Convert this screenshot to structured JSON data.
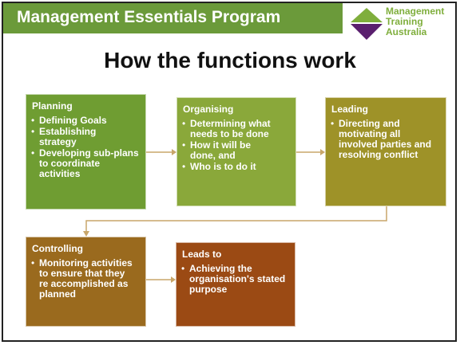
{
  "header": {
    "title": "Management Essentials Program"
  },
  "logo": {
    "lines": [
      "Management",
      "Training",
      "Australia"
    ]
  },
  "title": "How the functions work",
  "boxes": [
    {
      "title": "Planning",
      "items": [
        "Defining Goals",
        "Establishing strategy",
        "Developing sub-plans to coordinate activities"
      ],
      "color": "#6f9d32"
    },
    {
      "title": "Organising",
      "items": [
        "Determining what needs to be done",
        "How it will be done, and",
        "Who is to do it"
      ],
      "color": "#8aa83a"
    },
    {
      "title": "Leading",
      "items": [
        "Directing and motivating all involved parties and resolving conflict"
      ],
      "color": "#9e9228"
    },
    {
      "title": "Controlling",
      "items": [
        "Monitoring activities to ensure that they re accomplished as planned"
      ],
      "color": "#9a6a1e"
    },
    {
      "title": "Leads to",
      "items": [
        "Achieving the organisation's stated purpose"
      ],
      "color": "#9b4a14"
    }
  ],
  "colors": {
    "header": "#6b9a3a",
    "connector": "#c8a66a",
    "logo_text": "#7fae3c",
    "logo_green": "#7fae3c",
    "logo_purple": "#5a1f6e"
  }
}
